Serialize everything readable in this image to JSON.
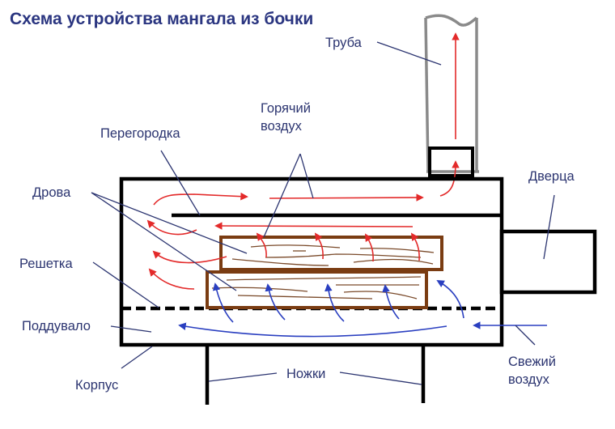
{
  "title": "Схема устройства мангала из бочки",
  "labels": {
    "pipe": "Труба",
    "hot_air_line1": "Горячий",
    "hot_air_line2": "воздух",
    "partition": "Перегородка",
    "firewood": "Дрова",
    "door": "Дверца",
    "grate": "Решетка",
    "ash_pit": "Поддувало",
    "housing": "Корпус",
    "legs": "Ножки",
    "fresh_air_line1": "Свежий",
    "fresh_air_line2": "воздух"
  },
  "colors": {
    "title": "#2a3580",
    "label": "#2b3470",
    "hot_air": "#e32a2a",
    "fresh_air": "#2a3fc0",
    "wood": "#7a3c12",
    "pipe": "#8a8a8a",
    "body": "#000000"
  }
}
